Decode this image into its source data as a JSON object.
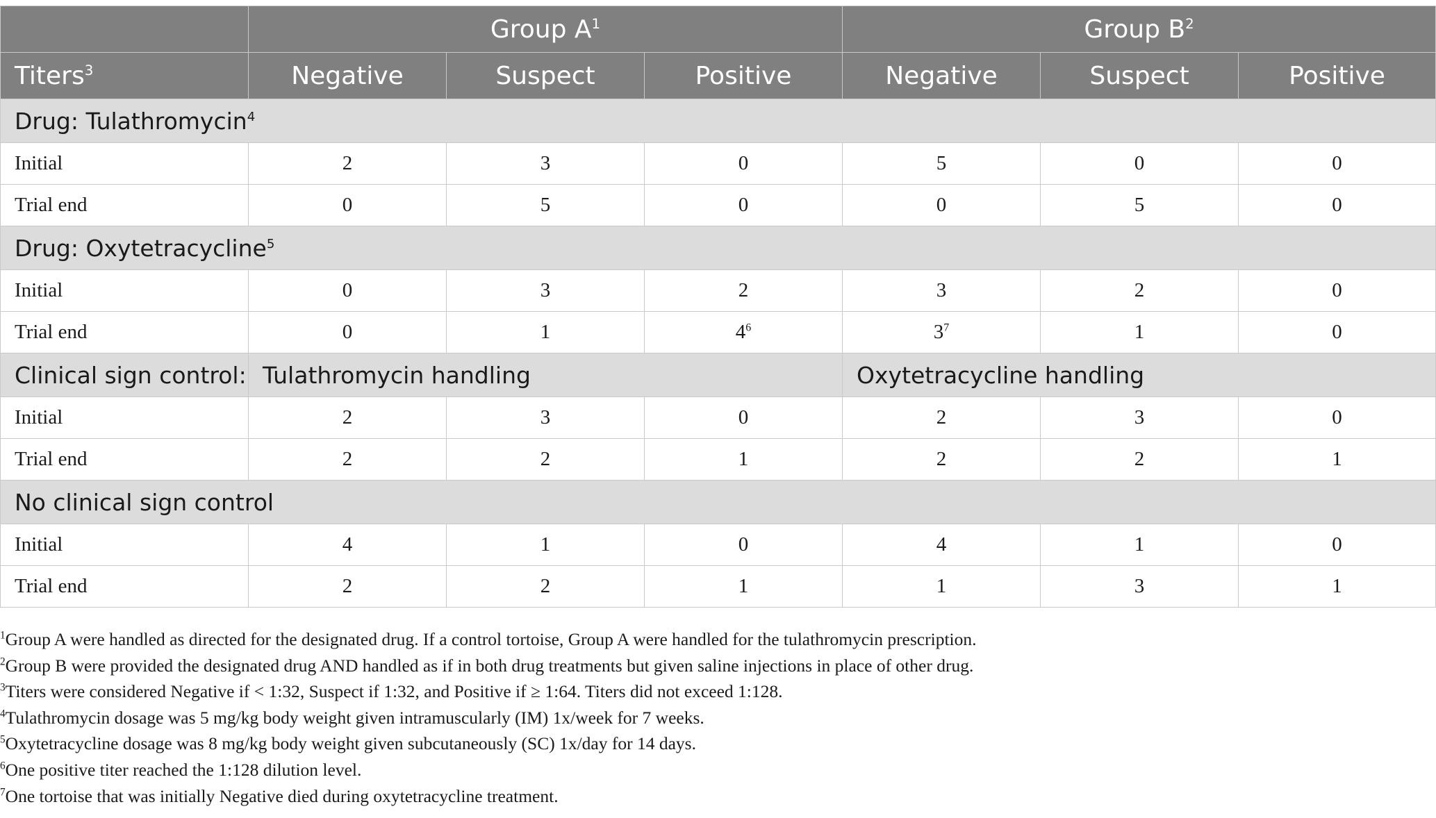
{
  "header": {
    "group_a": "Group A",
    "group_a_sup": "1",
    "group_b": "Group B",
    "group_b_sup": "2",
    "titers": "Titers",
    "titers_sup": "3",
    "columns": [
      "Negative",
      "Suspect",
      "Positive",
      "Negative",
      "Suspect",
      "Positive"
    ]
  },
  "sections": [
    {
      "title": "Drug: Tulathromycin",
      "title_sup": "4",
      "rows": [
        {
          "label": "Initial",
          "cells": [
            {
              "v": "2",
              "s": ""
            },
            {
              "v": "3",
              "s": ""
            },
            {
              "v": "0",
              "s": ""
            },
            {
              "v": "5",
              "s": ""
            },
            {
              "v": "0",
              "s": ""
            },
            {
              "v": "0",
              "s": ""
            }
          ]
        },
        {
          "label": "Trial end",
          "cells": [
            {
              "v": "0",
              "s": ""
            },
            {
              "v": "5",
              "s": ""
            },
            {
              "v": "0",
              "s": ""
            },
            {
              "v": "0",
              "s": ""
            },
            {
              "v": "5",
              "s": ""
            },
            {
              "v": "0",
              "s": ""
            }
          ]
        }
      ]
    },
    {
      "title": "Drug: Oxytetracycline",
      "title_sup": "5",
      "rows": [
        {
          "label": "Initial",
          "cells": [
            {
              "v": "0",
              "s": ""
            },
            {
              "v": "3",
              "s": ""
            },
            {
              "v": "2",
              "s": ""
            },
            {
              "v": "3",
              "s": ""
            },
            {
              "v": "2",
              "s": ""
            },
            {
              "v": "0",
              "s": ""
            }
          ]
        },
        {
          "label": "Trial end",
          "cells": [
            {
              "v": "0",
              "s": ""
            },
            {
              "v": "1",
              "s": ""
            },
            {
              "v": "4",
              "s": "6"
            },
            {
              "v": "3",
              "s": "7"
            },
            {
              "v": "1",
              "s": ""
            },
            {
              "v": "0",
              "s": ""
            }
          ]
        }
      ]
    },
    {
      "title": "Clinical sign control:",
      "title_sup": "",
      "sub_a": "Tulathromycin handling",
      "sub_b": "Oxytetracycline handling",
      "rows": [
        {
          "label": "Initial",
          "cells": [
            {
              "v": "2",
              "s": ""
            },
            {
              "v": "3",
              "s": ""
            },
            {
              "v": "0",
              "s": ""
            },
            {
              "v": "2",
              "s": ""
            },
            {
              "v": "3",
              "s": ""
            },
            {
              "v": "0",
              "s": ""
            }
          ]
        },
        {
          "label": "Trial end",
          "cells": [
            {
              "v": "2",
              "s": ""
            },
            {
              "v": "2",
              "s": ""
            },
            {
              "v": "1",
              "s": ""
            },
            {
              "v": "2",
              "s": ""
            },
            {
              "v": "2",
              "s": ""
            },
            {
              "v": "1",
              "s": ""
            }
          ]
        }
      ]
    },
    {
      "title": "No clinical sign control",
      "title_sup": "",
      "rows": [
        {
          "label": "Initial",
          "cells": [
            {
              "v": "4",
              "s": ""
            },
            {
              "v": "1",
              "s": ""
            },
            {
              "v": "0",
              "s": ""
            },
            {
              "v": "4",
              "s": ""
            },
            {
              "v": "1",
              "s": ""
            },
            {
              "v": "0",
              "s": ""
            }
          ]
        },
        {
          "label": "Trial end",
          "cells": [
            {
              "v": "2",
              "s": ""
            },
            {
              "v": "2",
              "s": ""
            },
            {
              "v": "1",
              "s": ""
            },
            {
              "v": "1",
              "s": ""
            },
            {
              "v": "3",
              "s": ""
            },
            {
              "v": "1",
              "s": ""
            }
          ]
        }
      ]
    }
  ],
  "footnotes": [
    {
      "n": "1",
      "text": "Group A were handled as directed for the designated drug. If a control tortoise, Group A were handled for the tulathromycin prescription."
    },
    {
      "n": "2",
      "text": "Group B were provided the designated drug AND handled as if in both drug treatments but given saline injections in place of other drug."
    },
    {
      "n": "3",
      "text": "Titers were considered Negative if < 1:32, Suspect if 1:32, and Positive if ≥ 1:64. Titers did not exceed 1:128."
    },
    {
      "n": "4",
      "text": "Tulathromycin dosage was 5 mg/kg body weight given intramuscularly (IM) 1x/week for 7 weeks."
    },
    {
      "n": "5",
      "text": "Oxytetracycline dosage was 8 mg/kg body weight given subcutaneously (SC) 1x/day for 14 days."
    },
    {
      "n": "6",
      "text": "One positive titer reached the 1:128 dilution level."
    },
    {
      "n": "7",
      "text": "One tortoise that was initially Negative died during oxytetracycline treatment."
    }
  ]
}
